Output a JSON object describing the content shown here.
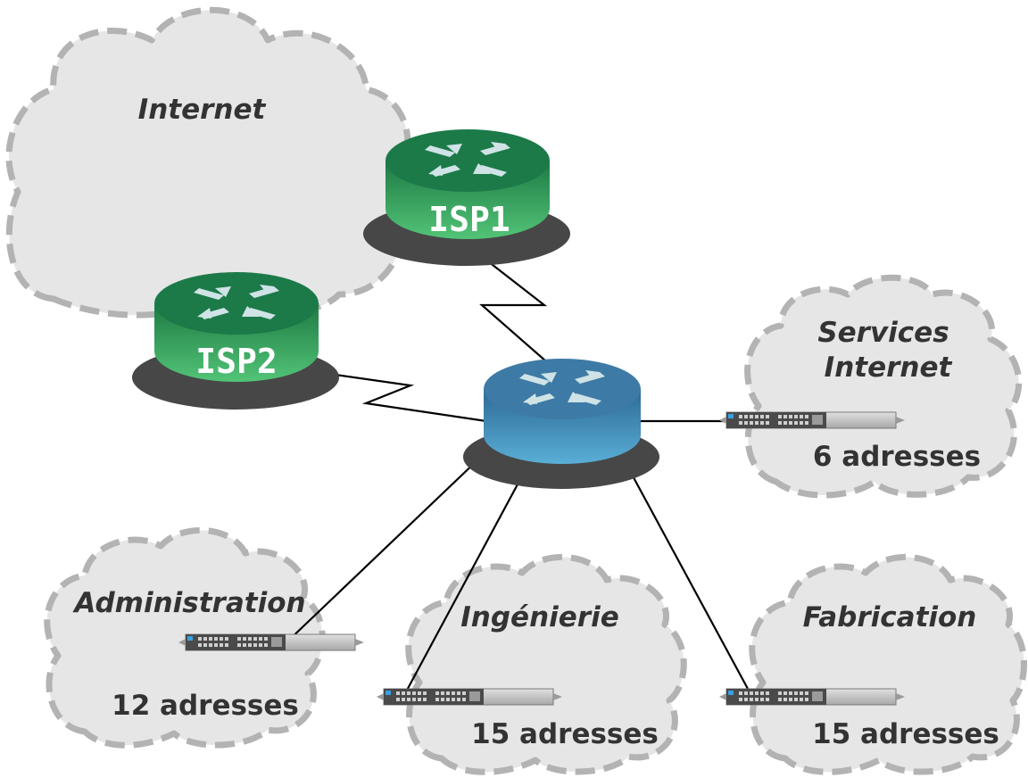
{
  "clouds": {
    "internet": {
      "title": "Internet"
    },
    "services": {
      "title_line1": "Services",
      "title_line2": "Internet",
      "count": "6 adresses"
    },
    "administration": {
      "title": "Administration",
      "count": "12 adresses"
    },
    "ingenierie": {
      "title": "Ingénierie",
      "count": "15 adresses"
    },
    "fabrication": {
      "title": "Fabrication",
      "count": "15 adresses"
    }
  },
  "routers": {
    "isp1": {
      "label": "ISP1"
    },
    "isp2": {
      "label": "ISP2"
    }
  },
  "colors": {
    "isp_router": "#2e9a58",
    "core_router": "#3b7ea8",
    "cloud_fill": "#e6e6e6",
    "cloud_border": "#b3b3b3",
    "text": "#333333"
  }
}
